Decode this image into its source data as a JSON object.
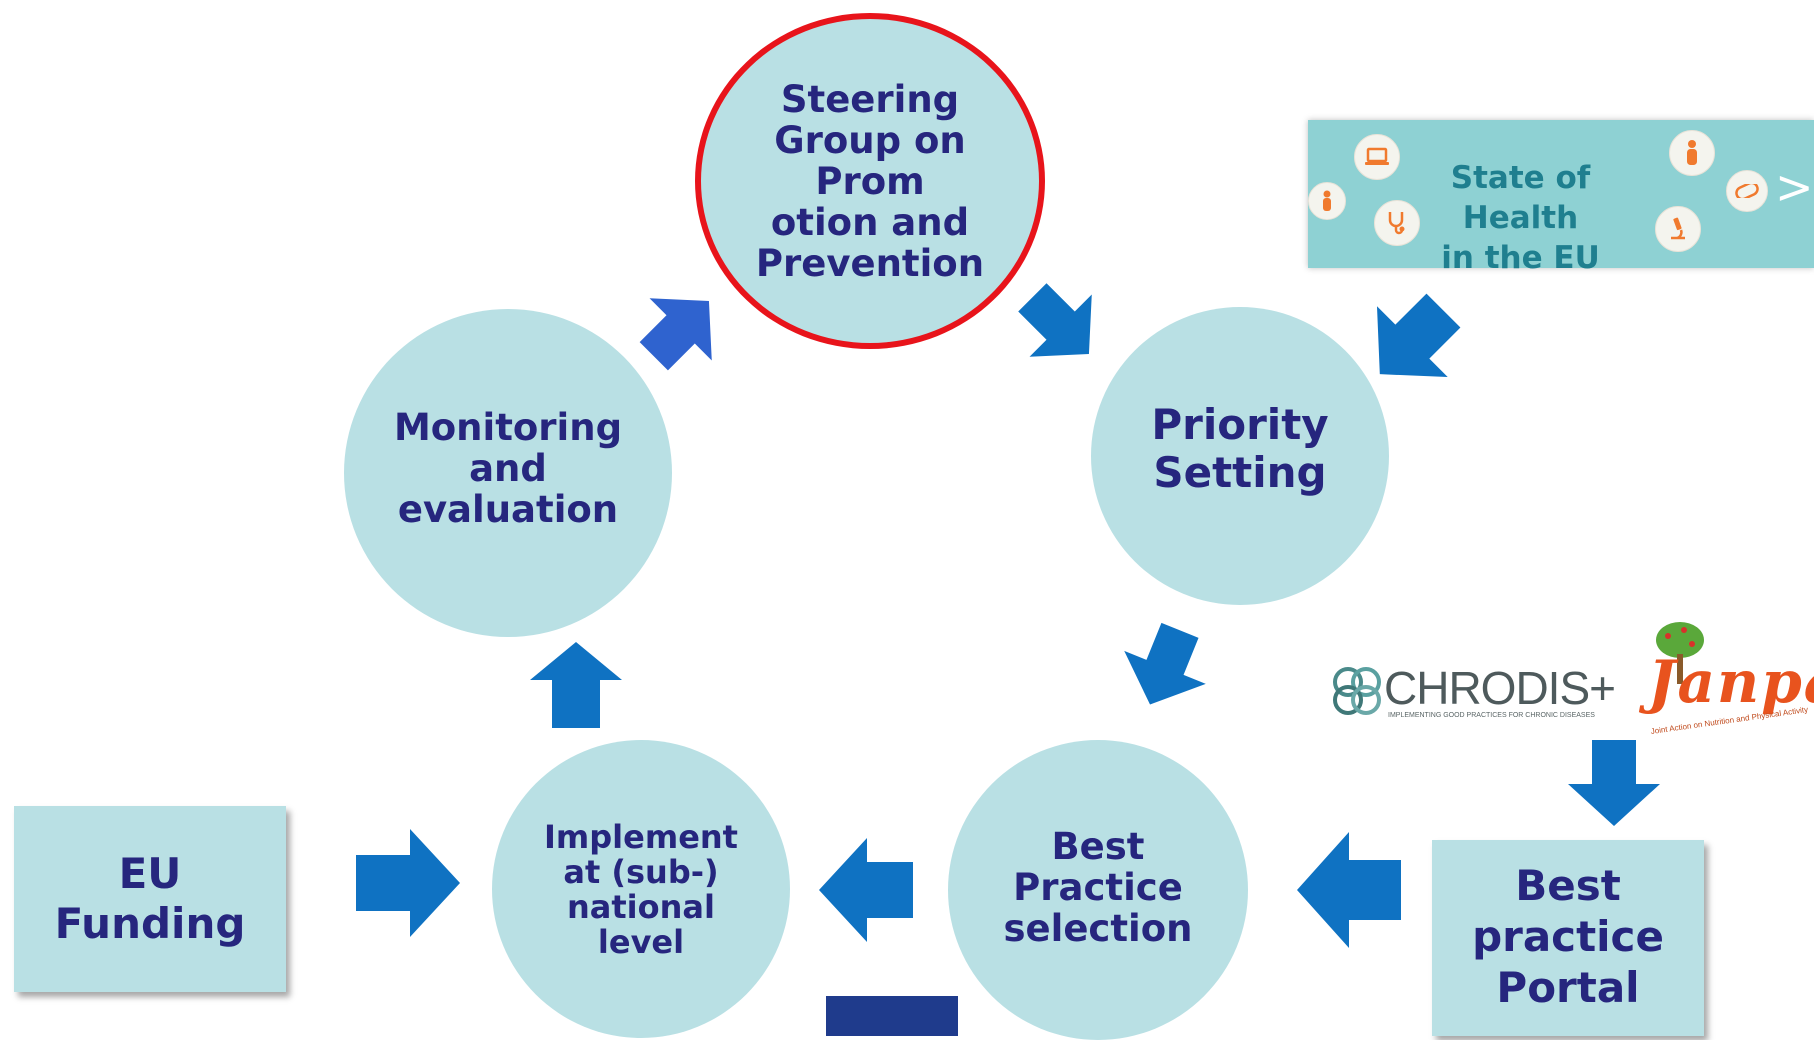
{
  "colors": {
    "node_fill": "#b9e0e4",
    "text": "#26267e",
    "arrow": "#0f72c2",
    "arrow_highlight": "#2f63cf",
    "highlight_ring": "#e8141b",
    "banner_fill": "#8ed1d3",
    "banner_text": "#1f7f8f",
    "navy_block": "#1f3b8c"
  },
  "nodes": {
    "steering": {
      "lines": [
        "Steering",
        "Group on",
        "Prom",
        "otion and",
        "Prevention"
      ],
      "highlighted": true
    },
    "priority": {
      "lines": [
        "Priority",
        "Setting"
      ]
    },
    "best_practice_selection": {
      "lines": [
        "Best",
        "Practice",
        "selection"
      ]
    },
    "implement": {
      "lines": [
        "Implement",
        "at (sub-)",
        "national",
        "level"
      ]
    },
    "monitoring": {
      "lines": [
        "Monitoring",
        "and",
        "evaluation"
      ]
    }
  },
  "boxes": {
    "eu_funding": {
      "lines": [
        "EU",
        "Funding"
      ]
    },
    "portal": {
      "lines": [
        "Best",
        "practice",
        "Portal"
      ]
    }
  },
  "state_of_health": {
    "lines": [
      "State of Health",
      "in the EU"
    ],
    "chevron": ">",
    "icons": [
      "laptop-icon",
      "person-icon",
      "person-icon",
      "stethoscope-icon",
      "pill-icon",
      "microscope-icon"
    ]
  },
  "logos": {
    "chrodis": {
      "text": "CHRODIS+",
      "subtitle": "IMPLEMENTING GOOD PRACTICES FOR CHRONIC DISEASES"
    },
    "janpa": {
      "text": "Janpa",
      "subtitle": "Joint Action on Nutrition and Physical Activity"
    }
  }
}
